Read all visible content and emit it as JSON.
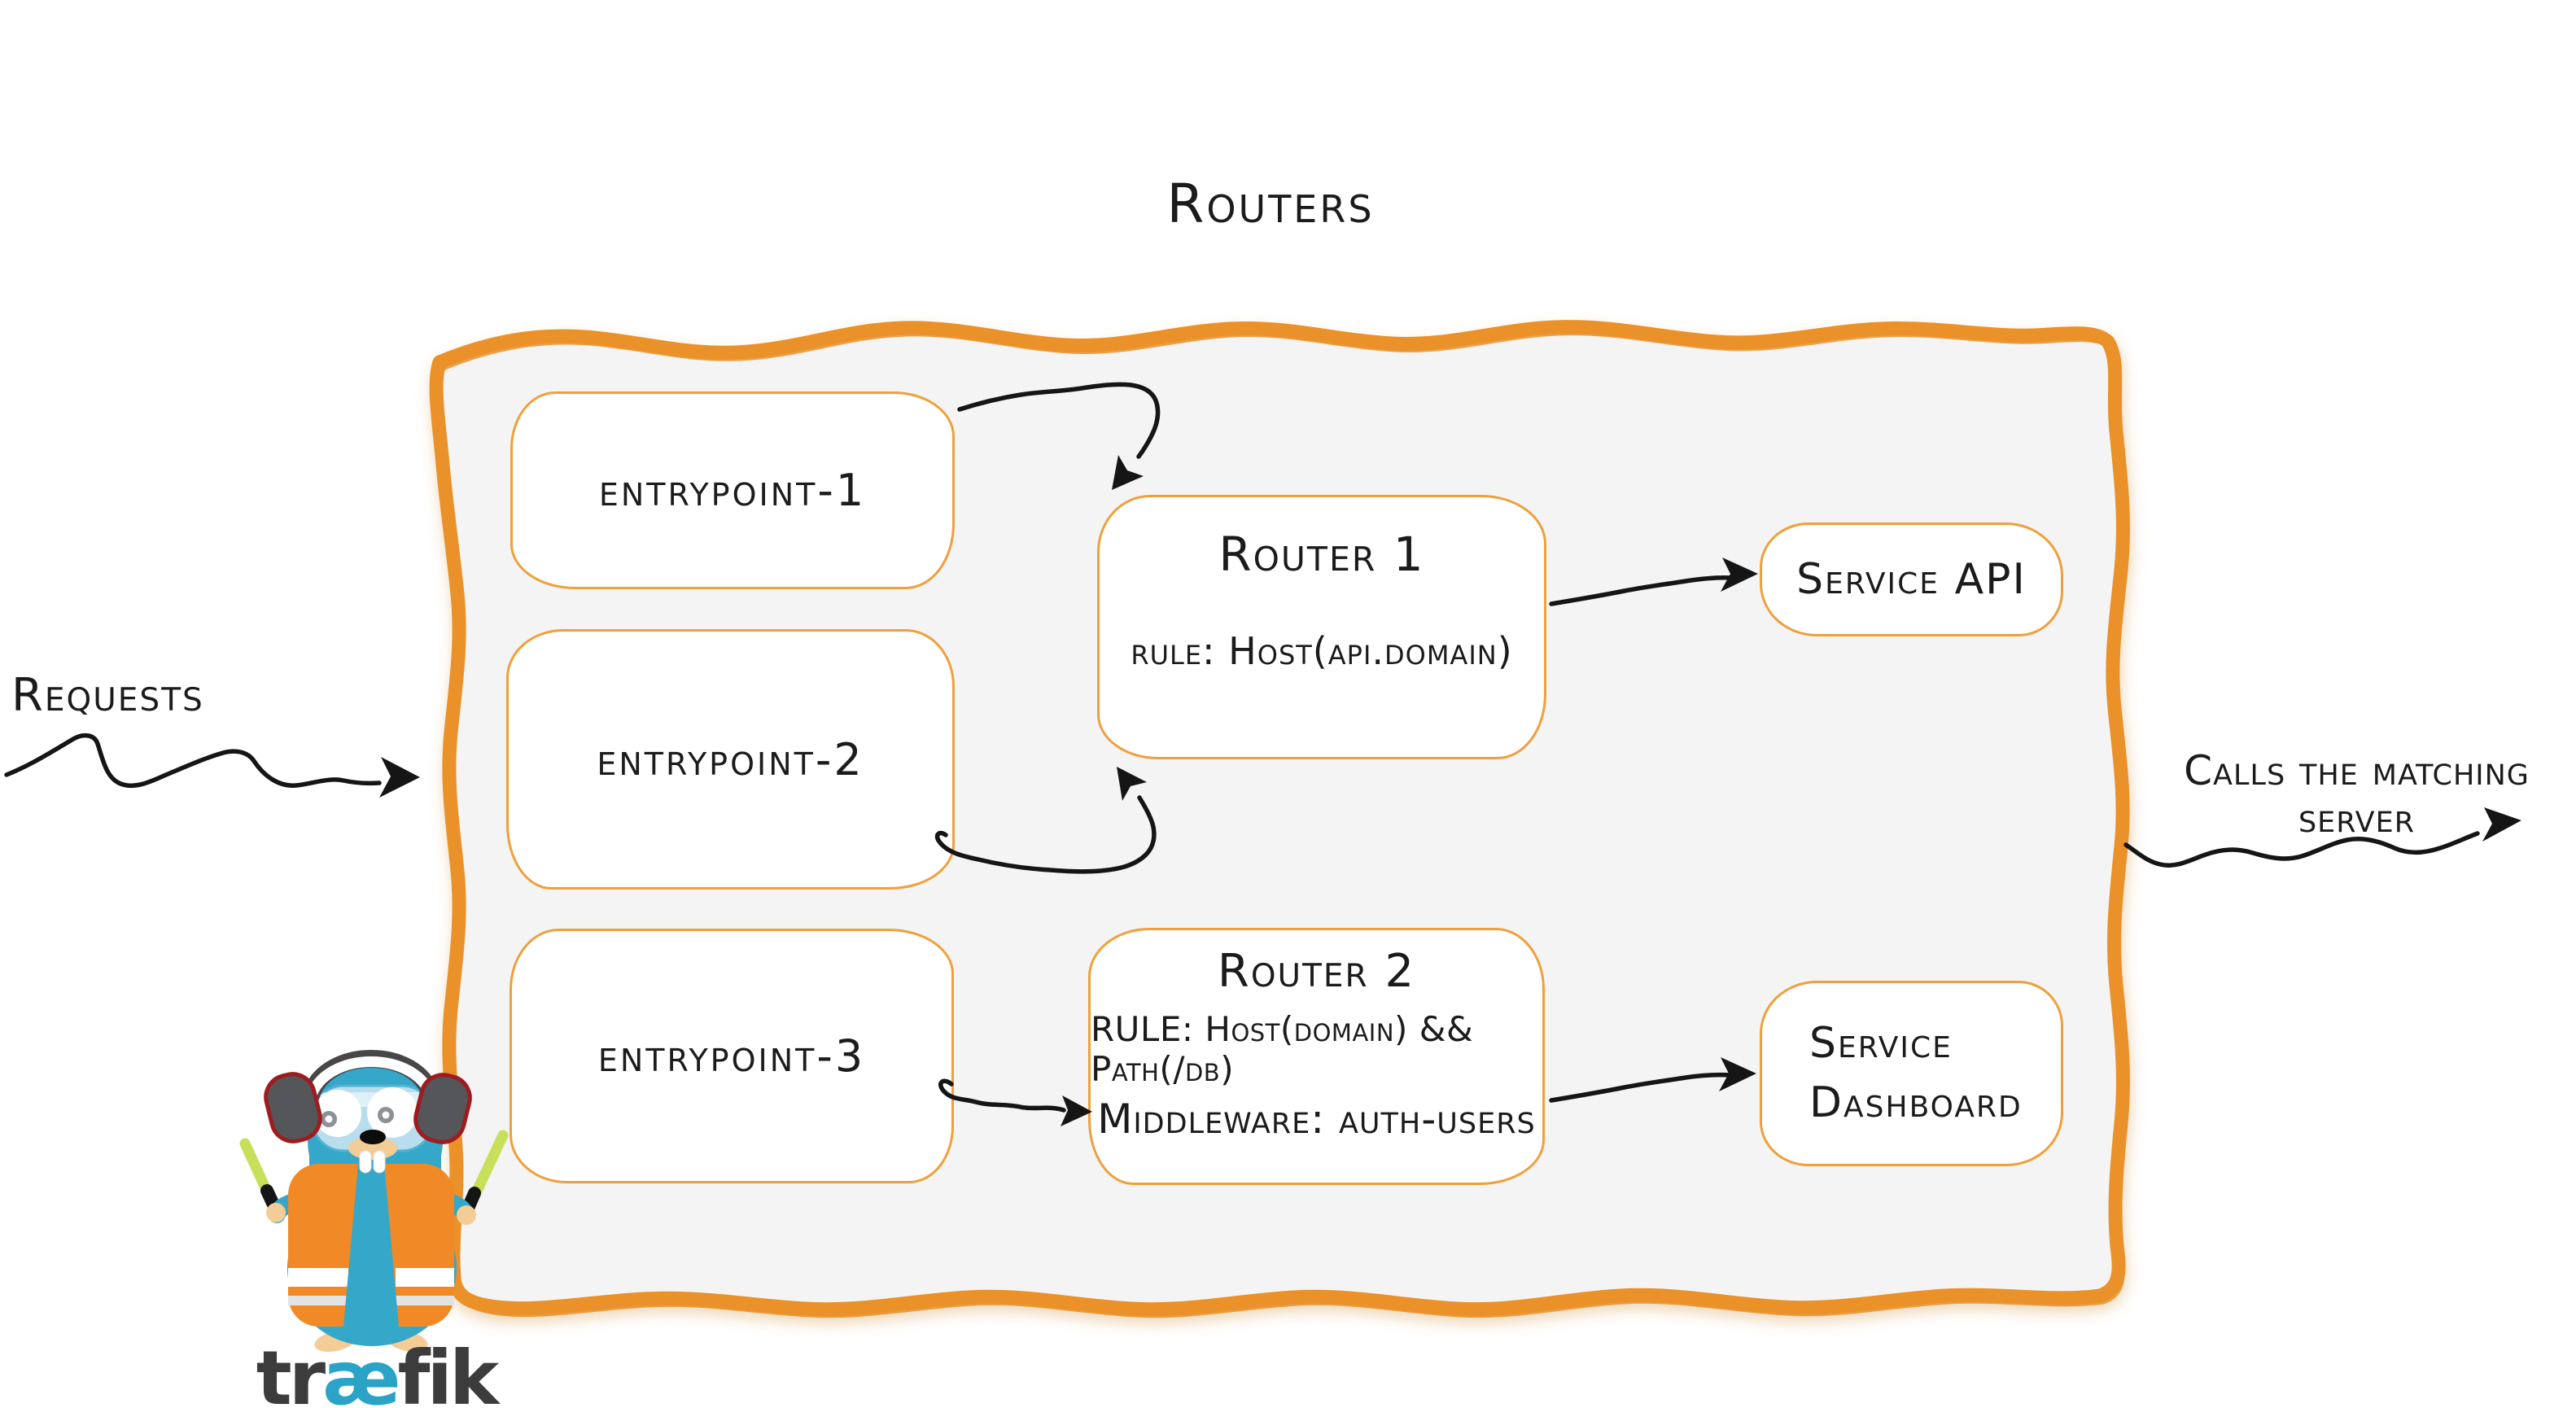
{
  "diagram": {
    "title": "Routers",
    "labels": {
      "requests": "Requests",
      "calls": "Calls the matching server"
    },
    "entrypoints": [
      {
        "label": "entrypoint-1"
      },
      {
        "label": "entrypoint-2"
      },
      {
        "label": "entrypoint-3"
      }
    ],
    "routers": [
      {
        "title": "Router 1",
        "rule": "rule: Host(api.domain)"
      },
      {
        "title": "Router 2",
        "rule": "RULE: Host(domain) && Path(/db)",
        "middleware": "Middleware: auth-users"
      }
    ],
    "services": [
      {
        "line1": "Service API"
      },
      {
        "line1": "Service",
        "line2": "Dashboard"
      }
    ],
    "logo": {
      "parts": [
        "tr",
        "æ",
        "fik"
      ]
    },
    "colors": {
      "panel_border_orange": "#ea9129",
      "box_border_orange": "#efa03c",
      "panel_fill": "#f4f4f4",
      "ink": "#1b1b1b",
      "gopher_blue": "#35a7c9",
      "vest_orange": "#f18a26",
      "baton_green": "#c6e05a",
      "muzzle_tan": "#f4cc96",
      "wordmark_gray": "#3c3c3c",
      "wordmark_blue": "#2ba3c6"
    }
  }
}
